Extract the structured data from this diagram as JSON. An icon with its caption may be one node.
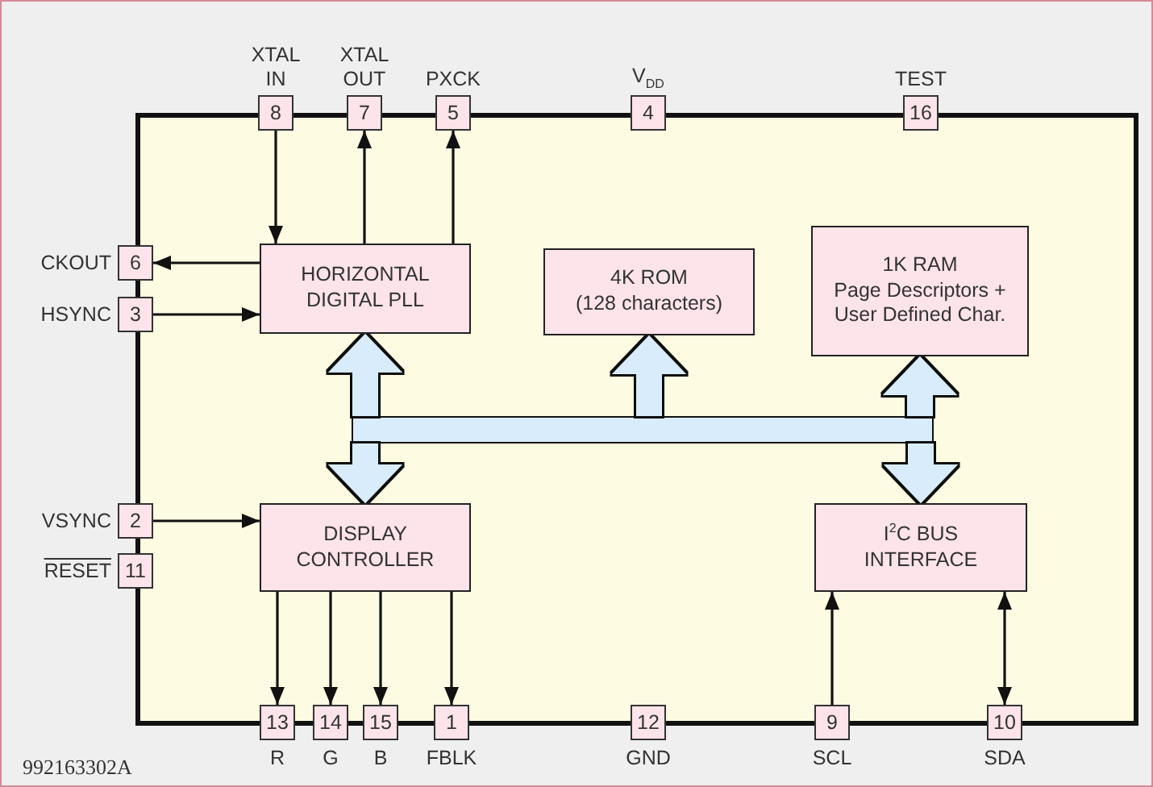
{
  "diagram": {
    "nodes": [
      {
        "text": [],
        "shape": "box"
      },
      {
        "text": [
          "8"
        ],
        "beside": [
          "XTAL IN"
        ]
      },
      {
        "text": [
          "7"
        ],
        "beside": [
          "XTAL OUT"
        ]
      },
      {
        "text": [
          "5"
        ],
        "beside": [
          "PXCK"
        ]
      },
      {
        "text": [
          "4"
        ],
        "beside": [
          "V$_{DD}$"
        ]
      },
      {
        "text": [
          "16"
        ],
        "beside": [
          "TEST"
        ]
      },
      {
        "text": [
          "6"
        ],
        "beside": [
          "CKOUT"
        ]
      },
      {
        "text": [
          "HORIZONTAL DIGITAL PLL"
        ],
        "in": 0
      },
      {
        "text": [
          "4K ROM",
          "(128 characters)"
        ],
        "in": 0
      },
      {
        "text": [
          "1K RAM",
          "Page Descriptors + User Defined Char."
        ],
        "in": 0
      },
      {
        "text": [
          "3"
        ],
        "beside": [
          "HSYNC"
        ]
      },
      {
        "text": [],
        "shape": "bar",
        "in": 0
      },
      {
        "text": [
          "2"
        ],
        "beside": [
          "VSYNC"
        ]
      },
      {
        "text": [
          "DISPLAY CONTROLLER"
        ],
        "in": 0
      },
      {
        "text": [
          "I$^{2}$C BUS INTERFACE"
        ],
        "in": 0
      },
      {
        "text": [
          "11"
        ],
        "beside": [
          "RESET"
        ]
      },
      {
        "text": [
          "13"
        ],
        "beside": [
          "R"
        ]
      },
      {
        "text": [
          "14"
        ],
        "beside": [
          "G"
        ]
      },
      {
        "text": [
          "15"
        ],
        "beside": [
          "B"
        ]
      },
      {
        "text": [
          "1"
        ],
        "beside": [
          "FBLK"
        ]
      },
      {
        "text": [
          "12"
        ],
        "beside": [
          "GND"
        ]
      },
      {
        "text": [
          "9"
        ],
        "beside": [
          "SCL"
        ]
      },
      {
        "text": [
          "10"
        ],
        "beside": [
          "SDA"
        ]
      }
    ],
    "edges": [
      {
        "from": 1,
        "to": 7,
        "arrow": "to"
      },
      {
        "from": 7,
        "to": 2,
        "arrow": "to"
      },
      {
        "from": 7,
        "to": 3,
        "arrow": "to"
      },
      {
        "from": 7,
        "to": 6,
        "arrow": "to"
      },
      {
        "from": 10,
        "to": 7,
        "arrow": "to"
      },
      {
        "from": 12,
        "to": 13,
        "arrow": "to"
      },
      {
        "from": 13,
        "to": 16,
        "arrow": "to"
      },
      {
        "from": 13,
        "to": 17,
        "arrow": "to"
      },
      {
        "from": 13,
        "to": 18,
        "arrow": "to"
      },
      {
        "from": 13,
        "to": 19,
        "arrow": "to"
      },
      {
        "from": 21,
        "to": 14,
        "arrow": "to"
      },
      {
        "from": 14,
        "to": 22,
        "arrow": "both"
      },
      {
        "from": 11,
        "to": 7,
        "arrow": "to",
        "style": "thick",
        "color": "#d9ecfb"
      },
      {
        "from": 11,
        "to": 8,
        "arrow": "to",
        "style": "thick",
        "color": "#d9ecfb"
      },
      {
        "from": 11,
        "to": 9,
        "arrow": "to",
        "style": "thick",
        "color": "#d9ecfb"
      },
      {
        "from": 11,
        "to": 13,
        "arrow": "to",
        "style": "thick",
        "color": "#d9ecfb"
      },
      {
        "from": 11,
        "to": 14,
        "arrow": "to",
        "style": "thick",
        "color": "#d9ecfb"
      }
    ],
    "labels": [
      "992163302A"
    ]
  }
}
